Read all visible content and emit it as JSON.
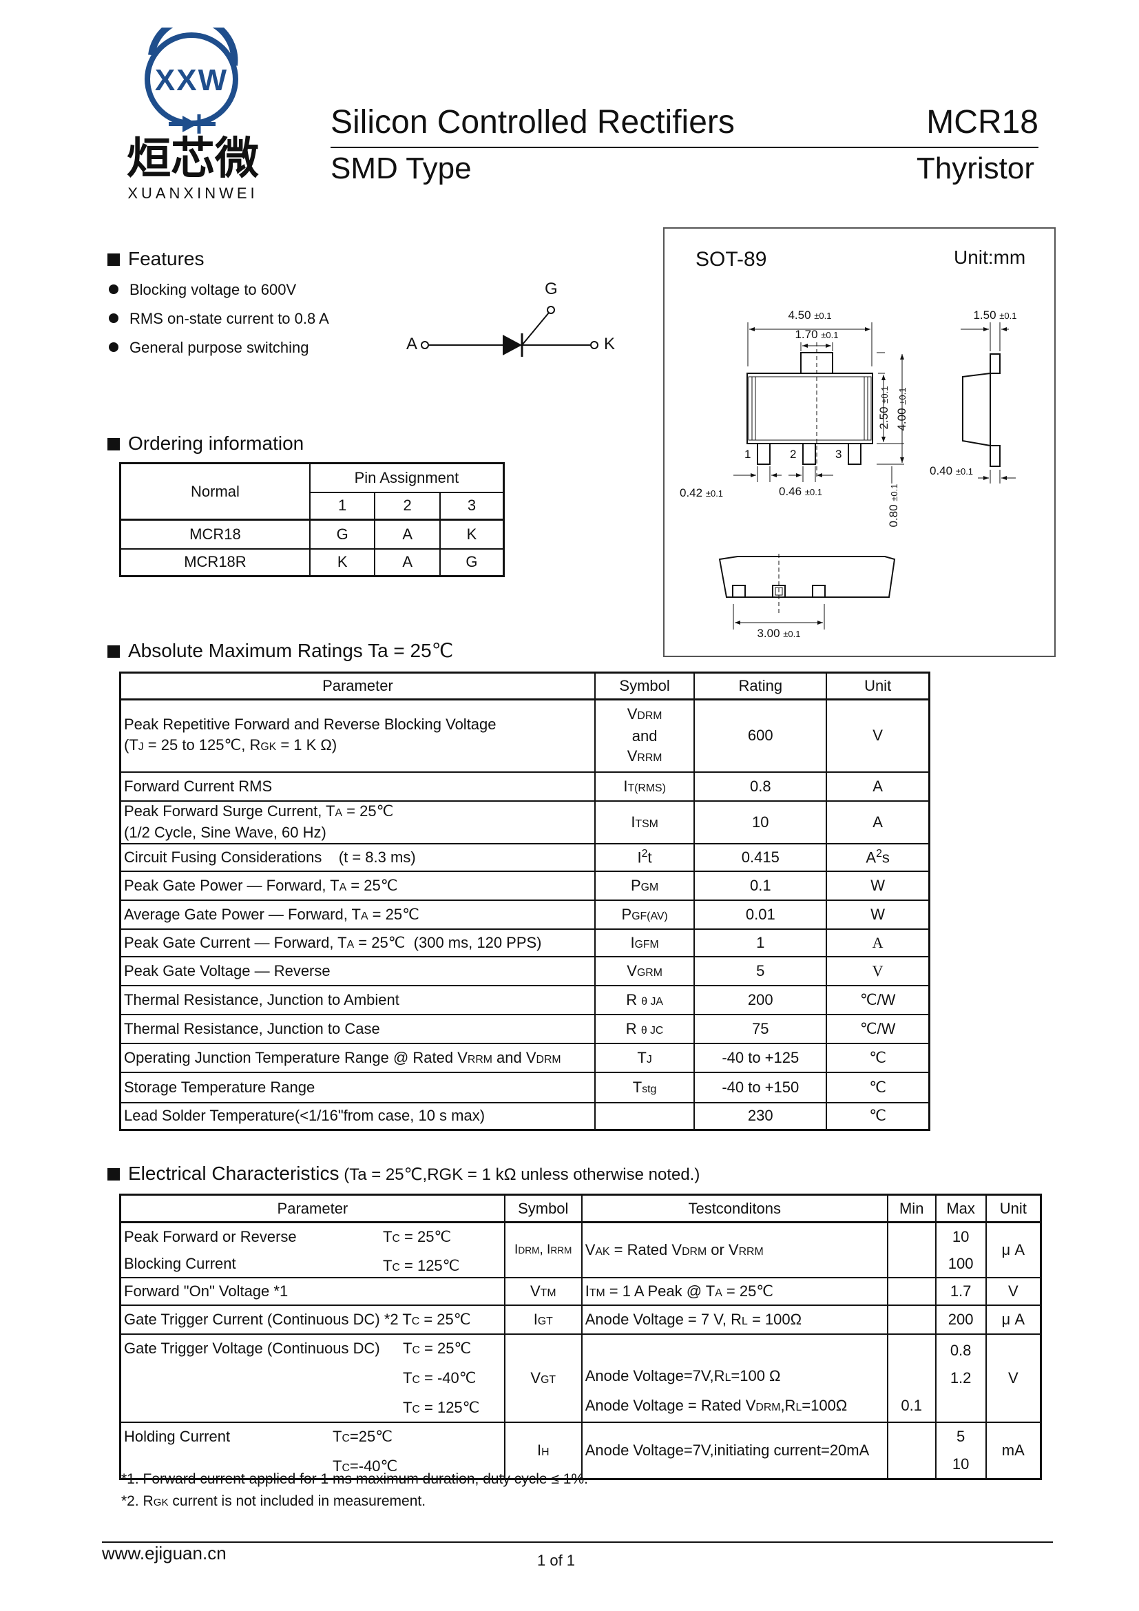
{
  "header": {
    "logo": {
      "mark": "XXW",
      "cn": "烜芯微",
      "en": "XUANXINWEI"
    },
    "title": "Silicon Controlled Rectifiers",
    "part": "MCR18",
    "subtitle": "SMD Type",
    "type": "Thyristor"
  },
  "features": {
    "heading": "Features",
    "items": [
      "Blocking voltage to 600V",
      "RMS on-state current to 0.8 A",
      "General purpose switching"
    ]
  },
  "symbol": {
    "a": "A",
    "k": "K",
    "g": "G"
  },
  "package": {
    "name": "SOT-89",
    "unit": "Unit:mm",
    "dims": {
      "w450": "4.50",
      "w170": "1.70",
      "w150": "1.50",
      "h250": "2.50",
      "h400": "4.00",
      "w042": "0.42",
      "w046": "0.46",
      "h080": "0.80",
      "w040": "0.40",
      "w300": "3.00",
      "tol": "±0.1"
    },
    "pins": [
      "1",
      "2",
      "3"
    ]
  },
  "ordering": {
    "heading": "Ordering information",
    "normal": "Normal",
    "pin_assignment": "Pin Assignment",
    "pins": [
      "1",
      "2",
      "3"
    ],
    "rows": [
      {
        "name": "MCR18",
        "p1": "G",
        "p2": "A",
        "p3": "K"
      },
      {
        "name": "MCR18R",
        "p1": "K",
        "p2": "A",
        "p3": "G"
      }
    ]
  },
  "abs_max": {
    "heading": "Absolute Maximum Ratings Ta = 25℃",
    "cols": [
      "Parameter",
      "Symbol",
      "Rating",
      "Unit"
    ],
    "r1": {
      "p1": "Peak Repetitive Forward and Reverse Blocking Voltage",
      "p2a": "(T",
      "p2b": "J",
      "p2c": " = 25 to 125℃, R",
      "p2d": "GK",
      "p2e": " = 1 K Ω)",
      "s1a": "V",
      "s1b": "DRM",
      "s2": "and",
      "s3a": "V",
      "s3b": "RRM",
      "rating": "600",
      "unit": "V"
    },
    "r2": {
      "p": "Forward Current RMS",
      "sa": "I",
      "sb": "T(RMS)",
      "rating": "0.8",
      "unit": "A"
    },
    "r3": {
      "p1a": "Peak Forward Surge Current, T",
      "p1b": "A",
      "p1c": " = 25℃",
      "p2": "(1/2 Cycle, Sine Wave, 60 Hz)",
      "sa": "I",
      "sb": "TSM",
      "rating": "10",
      "unit": "A"
    },
    "r4": {
      "p": "Circuit Fusing Considerations    (t = 8.3 ms)",
      "sa": "I",
      "sb": "2",
      "sc": "t",
      "rating": "0.415",
      "ua": "A",
      "ub": "2",
      "uc": "s"
    },
    "r5": {
      "pa": "Peak Gate Power — Forward, T",
      "pb": "A",
      "pc": " = 25℃",
      "sa": "P",
      "sb": "GM",
      "rating": "0.1",
      "unit": "W"
    },
    "r6": {
      "pa": "Average Gate Power — Forward, T",
      "pb": "A",
      "pc": " = 25℃",
      "sa": "P",
      "sb": "GF(AV)",
      "rating": "0.01",
      "unit": "W"
    },
    "r7": {
      "pa": "Peak Gate Current — Forward, T",
      "pb": "A",
      "pc": " = 25℃  (300 ms, 120 PPS)",
      "sa": "I",
      "sb": "GFM",
      "rating": "1",
      "unit": "A"
    },
    "r8": {
      "p": "Peak Gate Voltage — Reverse",
      "sa": "V",
      "sb": "GRM",
      "rating": "5",
      "unit": "V"
    },
    "r9": {
      "p": "Thermal Resistance, Junction to Ambient",
      "sa": "R",
      "sb": "θ JA",
      "rating": "200",
      "unit": "℃/W"
    },
    "r10": {
      "p": "Thermal Resistance, Junction to Case",
      "sa": "R",
      "sb": "θ JC",
      "rating": "75",
      "unit": "℃/W"
    },
    "r11": {
      "pa": "Operating Junction Temperature Range @ Rated V",
      "pb": "RRM",
      "pc": " and V",
      "pd": "DRM",
      "sa": "T",
      "sb": "J",
      "rating": "-40 to +125",
      "unit": "℃"
    },
    "r12": {
      "p": "Storage Temperature Range",
      "sa": "T",
      "sb": "stg",
      "rating": "-40 to +150",
      "unit": "℃"
    },
    "r13": {
      "p": "Lead Solder Temperature(<1/16\"from case, 10 s max)",
      "rating": "230",
      "unit": "℃"
    }
  },
  "elec": {
    "heading": "Electrical Characteristics",
    "heading_cond": " (Ta = 25℃,RGK = 1 kΩ  unless otherwise noted.)",
    "cols": [
      "Parameter",
      "Symbol",
      "Testconditons",
      "Min",
      "Max",
      "Unit"
    ],
    "e1": {
      "p1": "Peak Forward or Reverse",
      "p2": "Blocking Current",
      "c1a": "T",
      "c1b": "C",
      "c1c": " = 25℃",
      "c2a": "T",
      "c2b": "C",
      "c2c": " = 125℃",
      "sa": "I",
      "sb": "DRM",
      "sc": ", I",
      "sd": "RRM",
      "ta": "V",
      "tb": "AK",
      "tc": " = Rated V",
      "td": "DRM",
      "te": " or V",
      "tf": "RRM",
      "max1": "10",
      "max2": "100",
      "unit": "μ A"
    },
    "e2": {
      "p": "Forward \"On\" Voltage  *1",
      "sa": "V",
      "sb": "TM",
      "ta": "I",
      "tb": "TM",
      "tc": " = 1 A Peak @ T",
      "td": "A",
      "te": " = 25℃",
      "max": "1.7",
      "unit": "V"
    },
    "e3": {
      "p": "Gate Trigger Current (Continuous DC) *2",
      "ca": "T",
      "cb": "C",
      "cc": " = 25℃",
      "sa": "I",
      "sb": "GT",
      "ta": "Anode Voltage = 7 V, R",
      "tb": "L",
      "tc": " = 100Ω",
      "max": "200",
      "unit": "μ A"
    },
    "e4": {
      "p": "Gate Trigger Voltage (Continuous DC)",
      "c1a": "T",
      "c1b": "C",
      "c1c": " = 25℃",
      "c2a": "T",
      "c2b": "C",
      "c2c": " = -40℃",
      "c3a": "T",
      "c3b": "C",
      "c3c": " = 125℃",
      "sa": "V",
      "sb": "GT",
      "t2a": "Anode Voltage=7V,R",
      "t2b": "L",
      "t2c": "=100 Ω",
      "t3a": "Anode Voltage = Rated V",
      "t3b": "DRM",
      "t3c": ",R",
      "t3d": "L",
      "t3e": "=100Ω",
      "min3": "0.1",
      "max1": "0.8",
      "max2": "1.2",
      "unit": "V"
    },
    "e5": {
      "p": "Holding Current",
      "c1a": "T",
      "c1b": "C",
      "c1c": "=25℃",
      "c2a": "T",
      "c2b": "C",
      "c2c": "=-40℃",
      "sa": "I",
      "sb": "H",
      "t": "Anode Voltage=7V,initiating current=20mA",
      "max1": "5",
      "max2": "10",
      "unit": "mA"
    },
    "notes": [
      "*1. Forward current applied for 1 ms maximum duration, duty cycle ≤ 1%.",
      "*2. R",
      "GK",
      " current is not included in measurement."
    ]
  },
  "footer": {
    "url": "www.ejiguan.cn",
    "page": "1 of 1"
  }
}
